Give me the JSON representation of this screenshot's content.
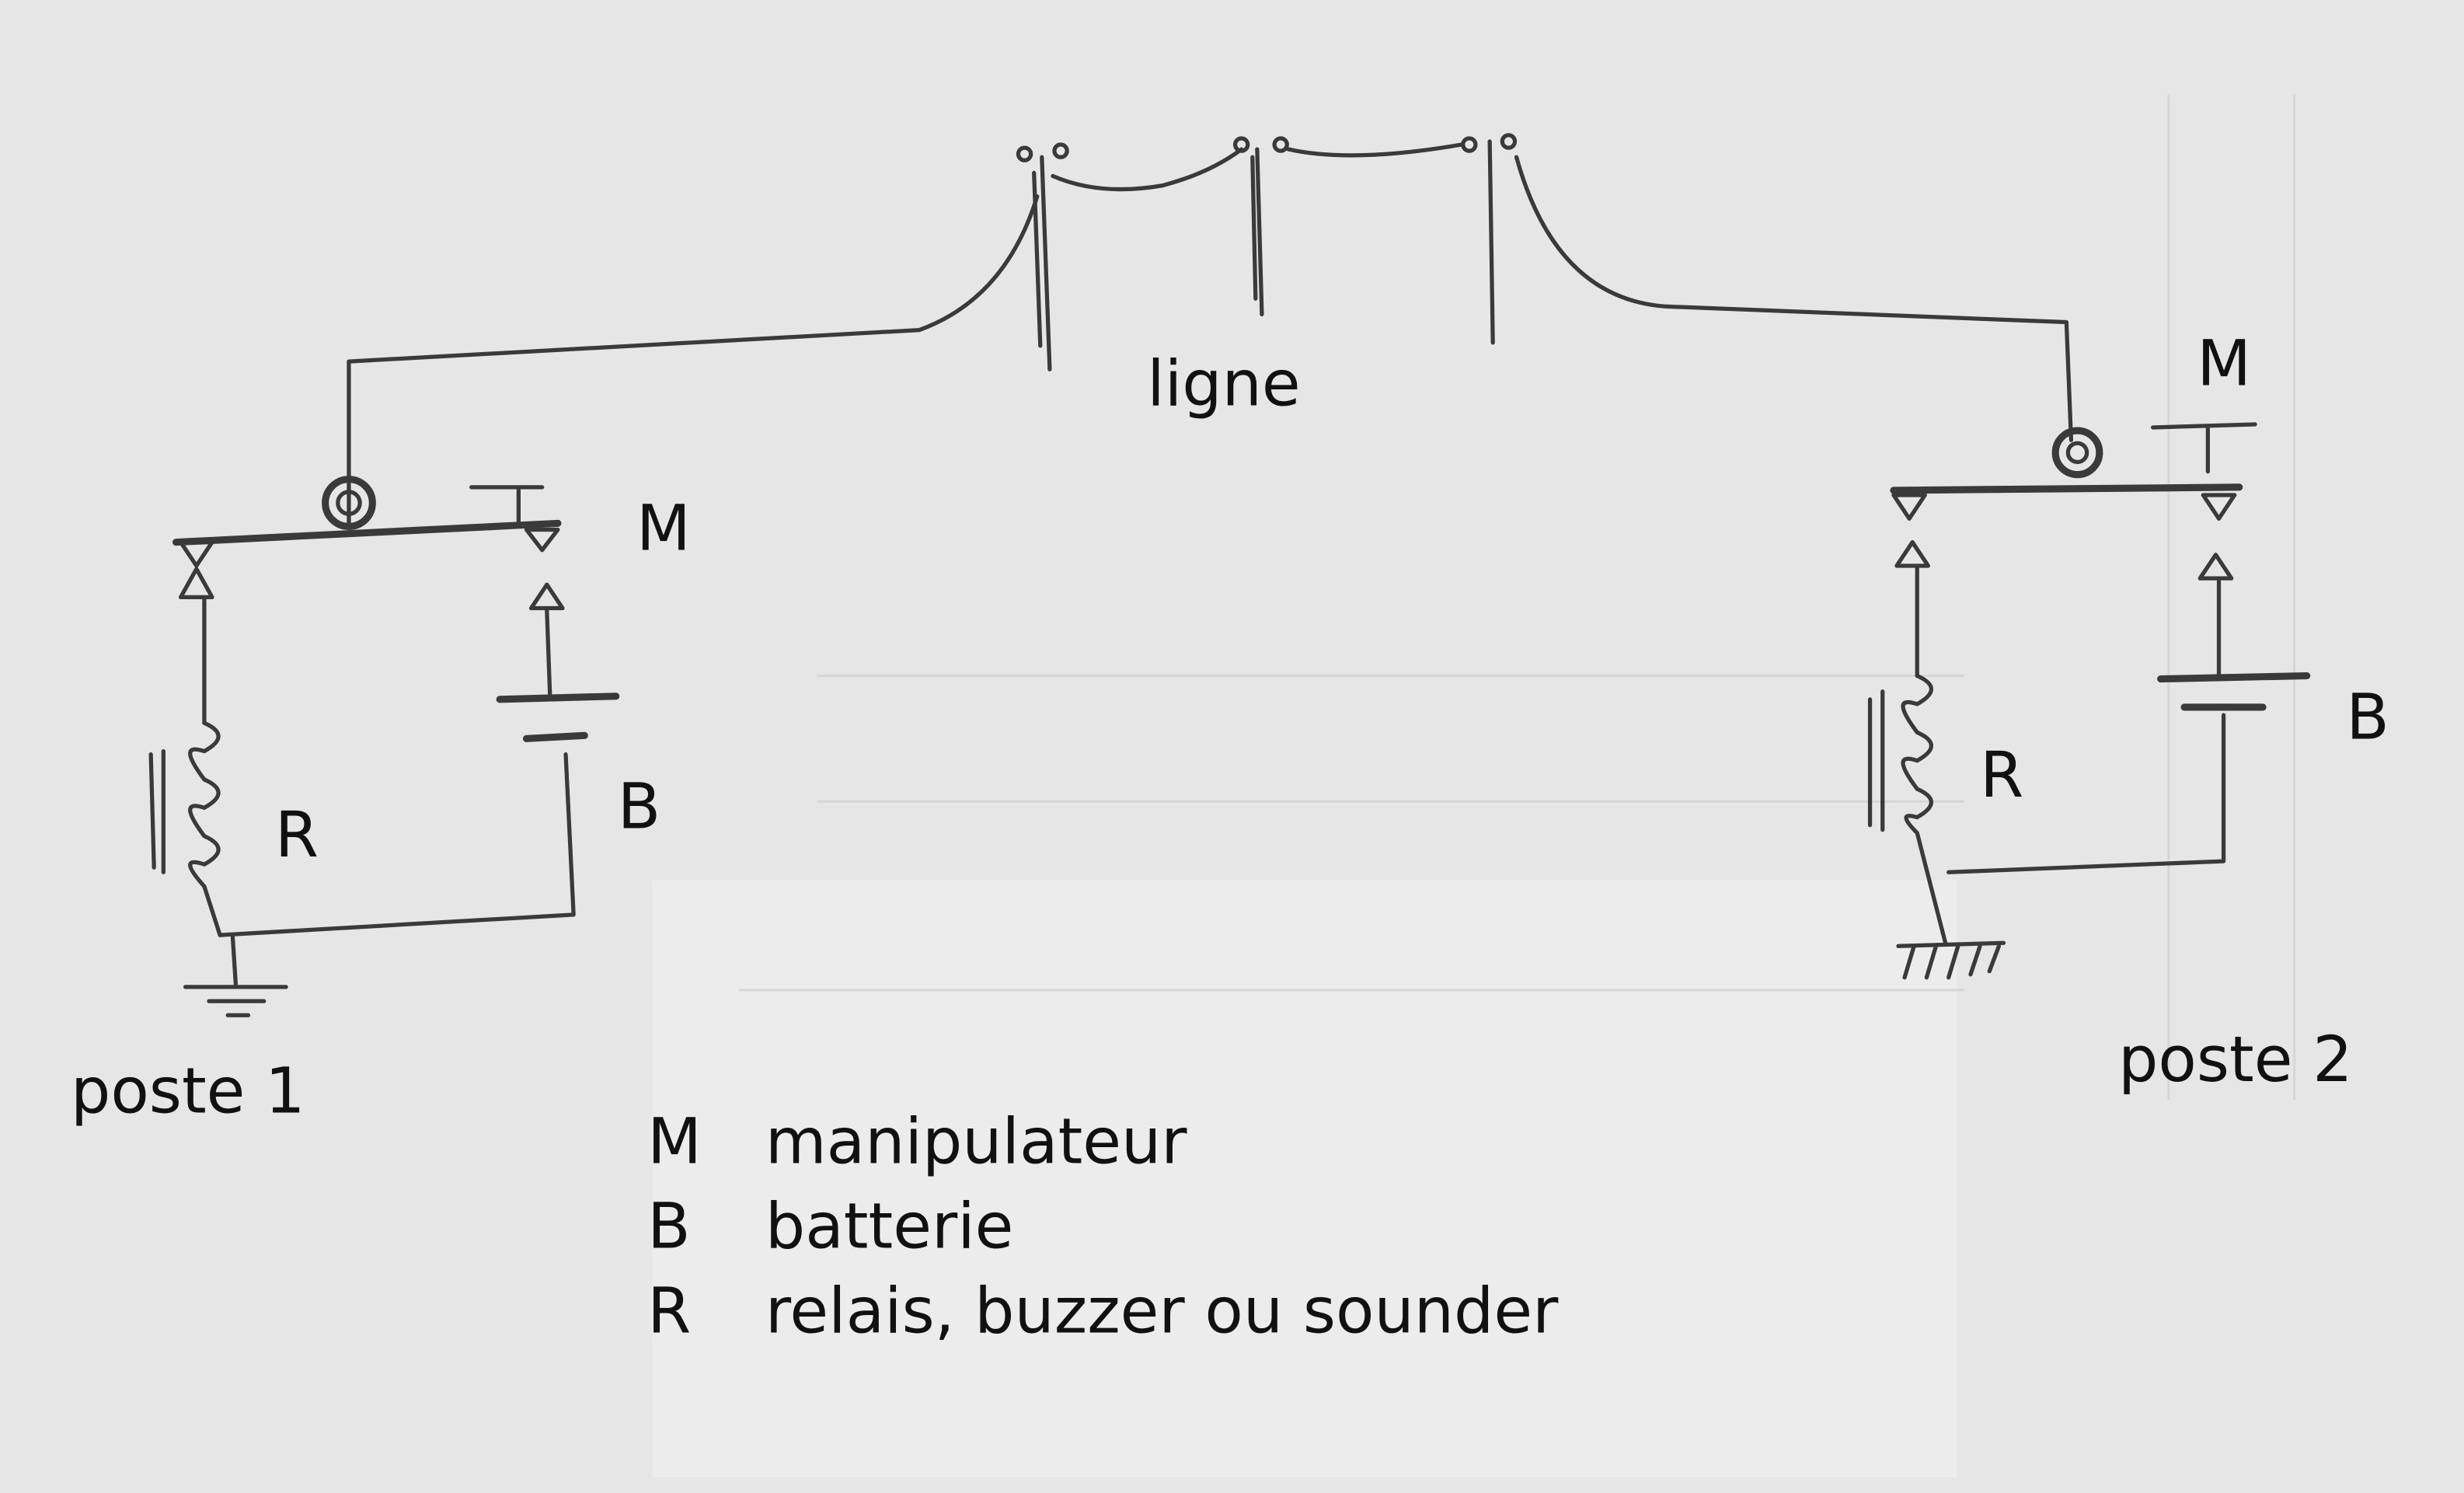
{
  "labels": {
    "line": "ligne",
    "station1": "poste 1",
    "station2": "poste 2",
    "m_left": "M",
    "b_left": "B",
    "r_left": "R",
    "m_right": "M",
    "b_right": "B",
    "r_right": "R"
  },
  "legend": [
    {
      "key": "M",
      "text": "manipulateur"
    },
    {
      "key": "B",
      "text": "batterie"
    },
    {
      "key": "R",
      "text": "relais, buzzer ou sounder"
    }
  ],
  "colors": {
    "background": "#e6e6e6",
    "ink": "#3a3a3a"
  }
}
